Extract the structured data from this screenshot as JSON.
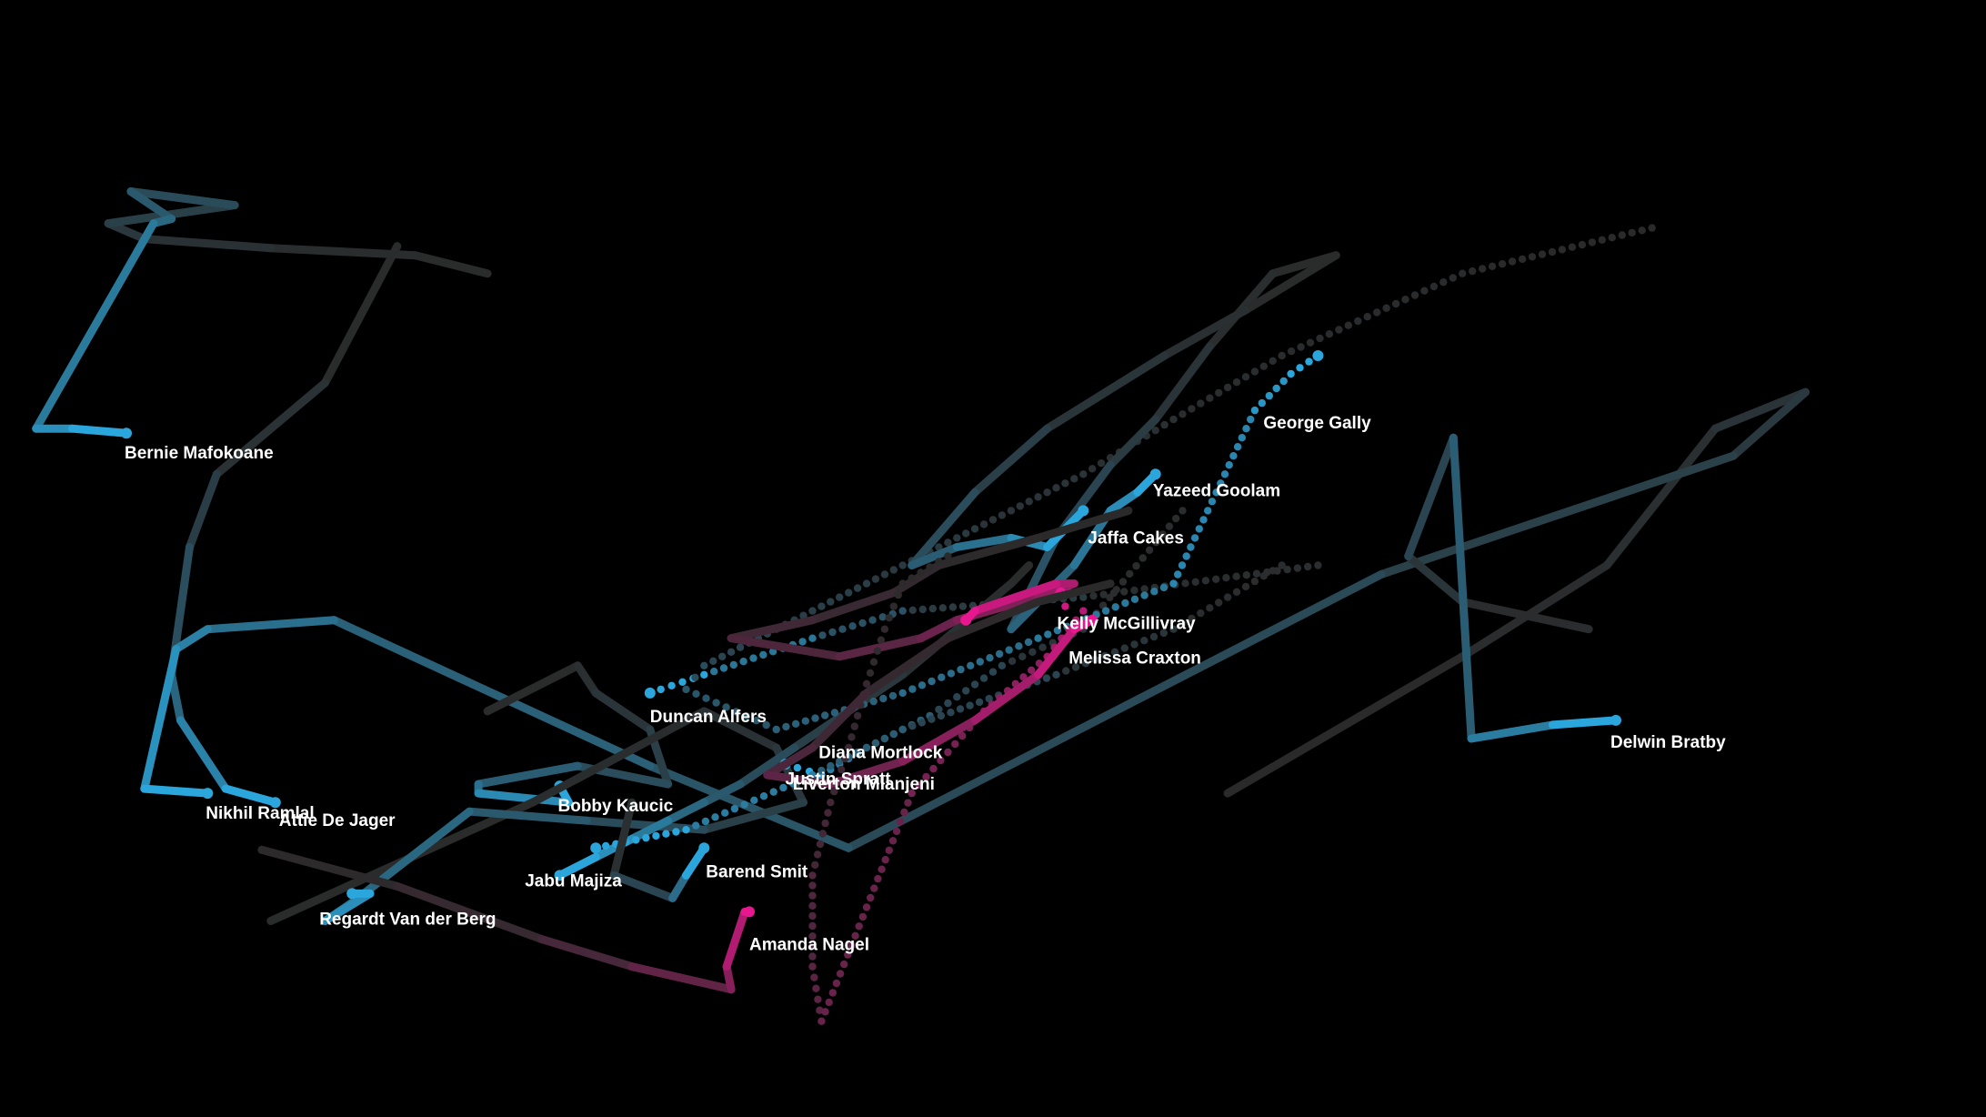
{
  "colors": {
    "background": "#000000",
    "old_track": "#2a2a2a",
    "blue_group": "#2aa6dc",
    "pink_group": "#e8168f",
    "label": "#ffffff"
  },
  "chart_data": {
    "type": "line",
    "style": "connected-scatter trails, fading with age",
    "title": "",
    "xlabel": "",
    "ylabel": "",
    "grid": false,
    "legend": "none",
    "series": [
      {
        "name": "Bernie Mafokoane",
        "group": "blue",
        "dotted": false,
        "points": [
          [
            540,
            300
          ],
          [
            460,
            280
          ],
          [
            300,
            272
          ],
          [
            160,
            262
          ],
          [
            120,
            245
          ],
          [
            260,
            225
          ],
          [
            145,
            210
          ],
          [
            190,
            240
          ],
          [
            170,
            245
          ],
          [
            40,
            470
          ],
          [
            80,
            470
          ],
          [
            140,
            475
          ]
        ]
      },
      {
        "name": "Attie De Jager",
        "group": "blue",
        "dotted": false,
        "points": [
          [
            440,
            270
          ],
          [
            360,
            420
          ],
          [
            240,
            520
          ],
          [
            210,
            600
          ],
          [
            190,
            740
          ],
          [
            200,
            790
          ],
          [
            250,
            865
          ],
          [
            305,
            880
          ]
        ]
      },
      {
        "name": "Nikhil Ramlal",
        "group": "blue",
        "dotted": false,
        "points": [
          [
            1360,
            870
          ],
          [
            1620,
            720
          ],
          [
            1780,
            620
          ],
          [
            1900,
            470
          ],
          [
            2000,
            430
          ],
          [
            1920,
            500
          ],
          [
            1530,
            630
          ],
          [
            940,
            930
          ],
          [
            720,
            840
          ],
          [
            370,
            680
          ],
          [
            230,
            690
          ],
          [
            195,
            712
          ],
          [
            160,
            865
          ],
          [
            230,
            870
          ]
        ]
      },
      {
        "name": "Duncan Alfers",
        "group": "blue",
        "dotted": true,
        "points": [
          [
            1460,
            620
          ],
          [
            1200,
            655
          ],
          [
            1000,
            670
          ],
          [
            900,
            700
          ],
          [
            780,
            740
          ],
          [
            720,
            760
          ]
        ]
      },
      {
        "name": "Bobby Kaucic",
        "group": "blue",
        "dotted": false,
        "points": [
          [
            540,
            780
          ],
          [
            640,
            730
          ],
          [
            660,
            760
          ],
          [
            720,
            800
          ],
          [
            740,
            860
          ],
          [
            640,
            840
          ],
          [
            530,
            860
          ],
          [
            530,
            870
          ],
          [
            630,
            880
          ],
          [
            620,
            862
          ]
        ]
      },
      {
        "name": "Regardt Van der Berg",
        "group": "blue",
        "dotted": false,
        "points": [
          [
            300,
            1010
          ],
          [
            590,
            880
          ],
          [
            780,
            780
          ],
          [
            860,
            820
          ],
          [
            890,
            880
          ],
          [
            780,
            910
          ],
          [
            650,
            900
          ],
          [
            520,
            890
          ],
          [
            390,
            990
          ],
          [
            360,
            1010
          ],
          [
            410,
            980
          ],
          [
            390,
            980
          ]
        ]
      },
      {
        "name": "Justin Spratt",
        "group": "blue",
        "dotted": false,
        "points": [
          [
            1140,
            620
          ],
          [
            1120,
            640
          ],
          [
            1060,
            690
          ],
          [
            1000,
            740
          ],
          [
            940,
            780
          ],
          [
            880,
            820
          ],
          [
            820,
            860
          ],
          [
            780,
            880
          ],
          [
            740,
            900
          ],
          [
            700,
            920
          ],
          [
            660,
            940
          ],
          [
            620,
            960
          ]
        ]
      },
      {
        "name": "Liverton Mlanjeni",
        "group": "blue",
        "dotted": true,
        "points": [
          [
            1310,
            560
          ],
          [
            1200,
            690
          ],
          [
            1110,
            730
          ],
          [
            1030,
            785
          ],
          [
            960,
            820
          ],
          [
            910,
            850
          ],
          [
            870,
            838
          ]
        ]
      },
      {
        "name": "Jabu Majiza",
        "group": "blue",
        "dotted": true,
        "points": [
          [
            1420,
            620
          ],
          [
            1300,
            690
          ],
          [
            1170,
            740
          ],
          [
            1000,
            800
          ],
          [
            900,
            850
          ],
          [
            760,
            910
          ],
          [
            660,
            930
          ]
        ]
      },
      {
        "name": "Barend Smit",
        "group": "blue",
        "dotted": false,
        "points": [
          [
            700,
            880
          ],
          [
            680,
            960
          ],
          [
            745,
            985
          ],
          [
            760,
            960
          ],
          [
            780,
            930
          ]
        ]
      },
      {
        "name": "George Gally",
        "group": "blue",
        "dotted": true,
        "points": [
          [
            1830,
            250
          ],
          [
            1620,
            300
          ],
          [
            1420,
            390
          ],
          [
            1300,
            460
          ],
          [
            1200,
            520
          ],
          [
            1080,
            580
          ],
          [
            960,
            640
          ],
          [
            860,
            690
          ],
          [
            780,
            730
          ],
          [
            760,
            756
          ],
          [
            860,
            800
          ],
          [
            1000,
            760
          ],
          [
            1150,
            700
          ],
          [
            1300,
            640
          ],
          [
            1390,
            450
          ],
          [
            1430,
            410
          ],
          [
            1460,
            390
          ]
        ]
      },
      {
        "name": "Yazeed Goolam",
        "group": "blue",
        "dotted": false,
        "points": [
          [
            1480,
            280
          ],
          [
            1410,
            300
          ],
          [
            1340,
            380
          ],
          [
            1280,
            460
          ],
          [
            1230,
            510
          ],
          [
            1170,
            590
          ],
          [
            1120,
            690
          ],
          [
            1190,
            620
          ],
          [
            1230,
            560
          ],
          [
            1260,
            540
          ],
          [
            1280,
            520
          ]
        ]
      },
      {
        "name": "Jaffa Cakes",
        "group": "blue",
        "dotted": false,
        "points": [
          [
            1480,
            280
          ],
          [
            1380,
            340
          ],
          [
            1290,
            390
          ],
          [
            1160,
            470
          ],
          [
            1080,
            540
          ],
          [
            1010,
            620
          ],
          [
            1060,
            600
          ],
          [
            1120,
            590
          ],
          [
            1160,
            600
          ],
          [
            1200,
            560
          ]
        ]
      },
      {
        "name": "Delwin Bratby",
        "group": "blue",
        "dotted": false,
        "points": [
          [
            1760,
            690
          ],
          [
            1620,
            660
          ],
          [
            1560,
            610
          ],
          [
            1610,
            480
          ],
          [
            1630,
            810
          ],
          [
            1720,
            795
          ],
          [
            1790,
            790
          ]
        ]
      },
      {
        "name": "Amanda Nagel",
        "group": "pink",
        "dotted": false,
        "points": [
          [
            290,
            932
          ],
          [
            440,
            972
          ],
          [
            600,
            1030
          ],
          [
            700,
            1060
          ],
          [
            810,
            1085
          ],
          [
            805,
            1060
          ],
          [
            825,
            1000
          ],
          [
            830,
            1000
          ]
        ]
      },
      {
        "name": "Diana Mortlock",
        "group": "pink",
        "dotted": false,
        "points": [
          [
            1250,
            560
          ],
          [
            1150,
            590
          ],
          [
            1040,
            620
          ],
          [
            990,
            650
          ],
          [
            900,
            680
          ],
          [
            810,
            700
          ],
          [
            930,
            720
          ],
          [
            1020,
            700
          ],
          [
            1060,
            680
          ],
          [
            1150,
            655
          ],
          [
            1190,
            640
          ],
          [
            1170,
            640
          ],
          [
            1080,
            670
          ],
          [
            1070,
            680
          ]
        ]
      },
      {
        "name": "Kelly McGillivray",
        "group": "pink",
        "dotted": true,
        "points": [
          [
            1050,
            610
          ],
          [
            1000,
            640
          ],
          [
            980,
            690
          ],
          [
            960,
            750
          ],
          [
            940,
            820
          ],
          [
            920,
            880
          ],
          [
            900,
            960
          ],
          [
            900,
            1060
          ],
          [
            910,
            1120
          ],
          [
            1010,
            870
          ],
          [
            1090,
            780
          ],
          [
            1160,
            720
          ],
          [
            1200,
            670
          ],
          [
            1180,
            665
          ],
          [
            1185,
            650
          ],
          [
            1175,
            650
          ]
        ]
      },
      {
        "name": "Melissa Craxton",
        "group": "pink",
        "dotted": false,
        "points": [
          [
            1230,
            640
          ],
          [
            1150,
            660
          ],
          [
            1050,
            700
          ],
          [
            960,
            760
          ],
          [
            900,
            820
          ],
          [
            850,
            850
          ],
          [
            920,
            860
          ],
          [
            1000,
            835
          ],
          [
            1080,
            790
          ],
          [
            1150,
            740
          ],
          [
            1190,
            690
          ],
          [
            1210,
            680
          ]
        ]
      }
    ]
  }
}
